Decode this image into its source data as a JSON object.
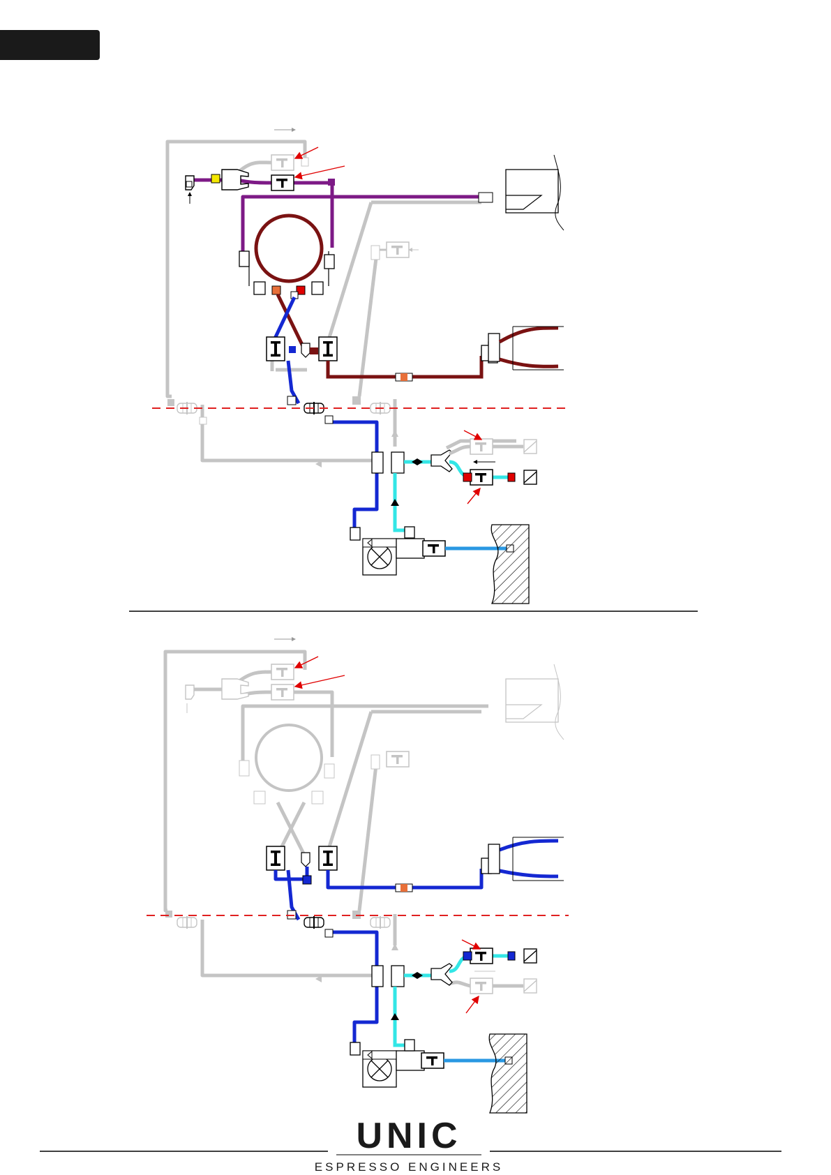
{
  "brand": {
    "name": "UNIC",
    "tagline": "ESPRESSO ENGINEERS"
  },
  "colors": {
    "gray_pipe": "#c4c4c4",
    "purple_pipe": "#7d1a86",
    "darkred_pipe": "#7a1212",
    "blue_pipe": "#1428d2",
    "cyan_pipe": "#33e6e6",
    "lightblue_pipe": "#2a98e2",
    "red_marker": "#e00000",
    "orange_joint": "#e8703a",
    "yellow_joint": "#f4e800",
    "dashed_line": "#e02020",
    "tab": "#1a1a1a"
  },
  "panels": [
    {
      "id": "upper",
      "description_visible": false
    },
    {
      "id": "lower",
      "description_visible": false
    }
  ]
}
